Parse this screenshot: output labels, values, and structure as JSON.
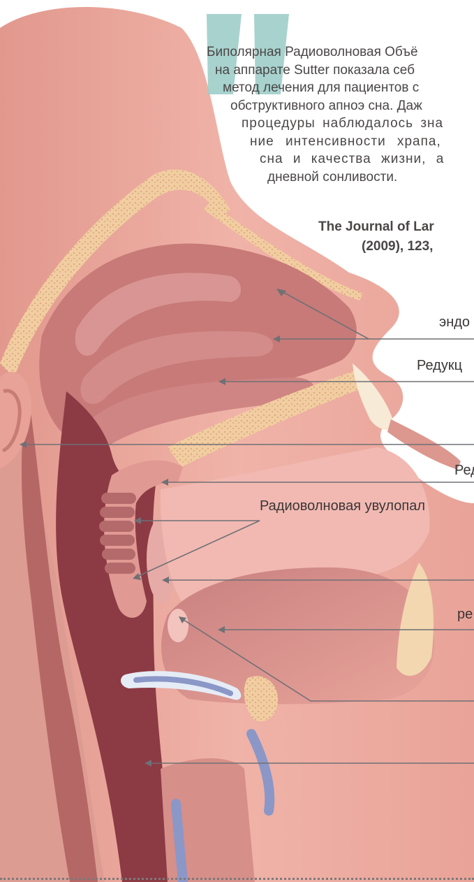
{
  "quote": {
    "lines": [
      "Биполярная Радиоволновая Объё",
      "на аппарате Sutter показала себ",
      "метод лечения для пациентов с",
      "обструктивного апноэ сна. Даж",
      "процедуры наблюдалось зна",
      "ние интенсивности храпа,",
      "сна и качества жизни, а",
      "дневной сонливости."
    ],
    "citation_1": "The Journal of Lar",
    "citation_2": "(2009), 123,",
    "mark_color": "#9fcdc9"
  },
  "labels": {
    "endo": "эндо",
    "reduction": "Редукц",
    "red": "Ред",
    "uvulopal": "Радиоволновая увулопал",
    "re": "ре"
  },
  "colors": {
    "text": "#4a4646",
    "skin": "#e9a79c",
    "mucosa": "#b86868",
    "airway": "#8c3a44",
    "bone": "#f0c79b",
    "leader": "#6f7075"
  }
}
